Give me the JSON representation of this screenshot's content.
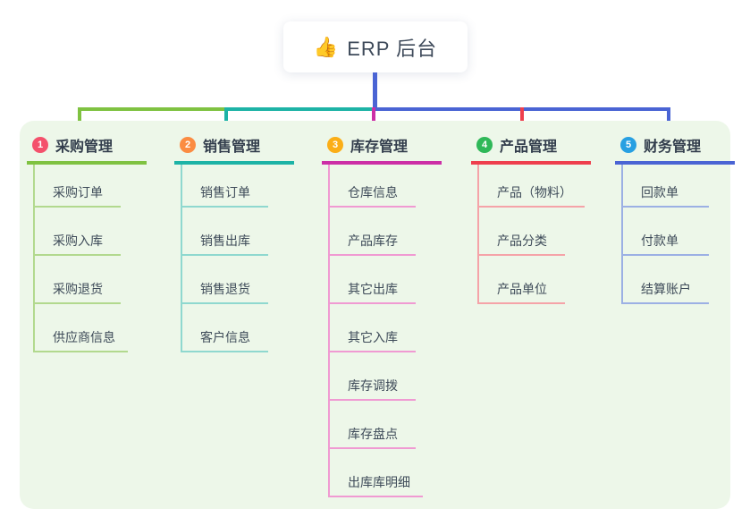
{
  "root": {
    "icon": "👍",
    "label": "ERP 后台"
  },
  "colors": {
    "panel_bg": "#edf7e9",
    "root_line": "#4a64d4",
    "root_text": "#3e4a5a"
  },
  "branches": [
    {
      "index": "1",
      "label": "采购管理",
      "badge_color": "#f4516c",
      "line_color": "#7fc241",
      "child_line_color": "#b2d98e",
      "children": [
        "采购订单",
        "采购入库",
        "采购退货",
        "供应商信息"
      ]
    },
    {
      "index": "2",
      "label": "销售管理",
      "badge_color": "#fb8c42",
      "line_color": "#1db3a6",
      "child_line_color": "#8fd8cf",
      "children": [
        "销售订单",
        "销售出库",
        "销售退货",
        "客户信息"
      ]
    },
    {
      "index": "3",
      "label": "库存管理",
      "badge_color": "#fbae17",
      "line_color": "#cc2fa6",
      "child_line_color": "#f09ad2",
      "children": [
        "仓库信息",
        "产品库存",
        "其它出库",
        "其它入库",
        "库存调拨",
        "库存盘点",
        "出库库明细"
      ]
    },
    {
      "index": "4",
      "label": "产品管理",
      "badge_color": "#2fb858",
      "line_color": "#ee3f4d",
      "child_line_color": "#f5a3a8",
      "children": [
        "产品（物料）",
        "产品分类",
        "产品单位"
      ]
    },
    {
      "index": "5",
      "label": "财务管理",
      "badge_color": "#28a0e2",
      "line_color": "#4a64d4",
      "child_line_color": "#9cb0e4",
      "children": [
        "回款单",
        "付款单",
        "结算账户"
      ]
    }
  ]
}
